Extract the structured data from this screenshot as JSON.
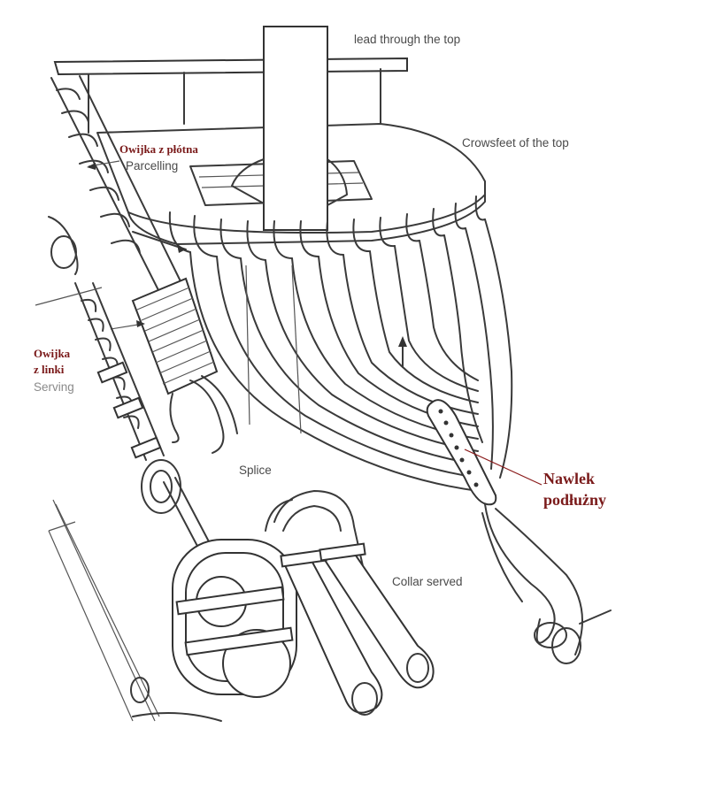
{
  "labels": {
    "lead_through": "lead through the top",
    "crowsfeet": "Crowsfeet of the top",
    "parcelling_pl": "Owijka z płótna",
    "parcelling_en": "Parcelling",
    "serving_pl_line1": "Owijka",
    "serving_pl_line2": "z linki",
    "serving_en": "Serving",
    "splice": "Splice",
    "collar_served": "Collar served",
    "euphroe_pl_line1": "Nawlek",
    "euphroe_pl_line2": "podłużny"
  },
  "colors": {
    "ink": "#3a3a3a",
    "polish_label": "#7a1a1a",
    "english_label": "#4a4a4a"
  }
}
